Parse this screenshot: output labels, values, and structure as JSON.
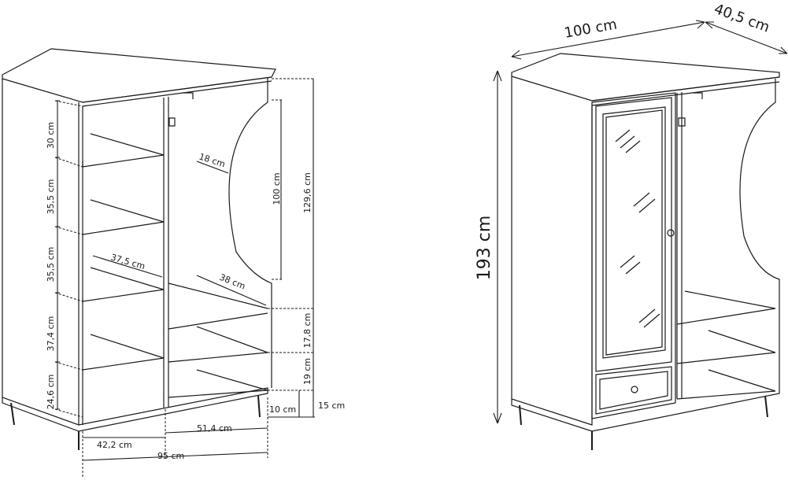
{
  "left_view": {
    "dims": {
      "height_30": "30 cm",
      "height_35a": "35,5 cm",
      "height_35b": "35,5 cm",
      "height_37": "37,4 cm",
      "height_24": "24,6 cm",
      "shelf_depth_left": "37,5 cm",
      "shelf_depth_right": "38 cm",
      "cutout_depth": "18 cm",
      "cutout_height": "100 cm",
      "rail_height": "129,6 cm",
      "gap_17": "17,8 cm",
      "gap_19": "19 cm",
      "leg_10": "10 cm",
      "leg_15": "15 cm",
      "width_left": "42,2 cm",
      "width_right": "51,4 cm",
      "width_total": "95 cm"
    }
  },
  "right_view": {
    "dims": {
      "width": "100 cm",
      "depth": "40,5 cm",
      "height": "193 cm"
    }
  },
  "colors": {
    "line": "#1a1a1a",
    "background": "#ffffff"
  }
}
